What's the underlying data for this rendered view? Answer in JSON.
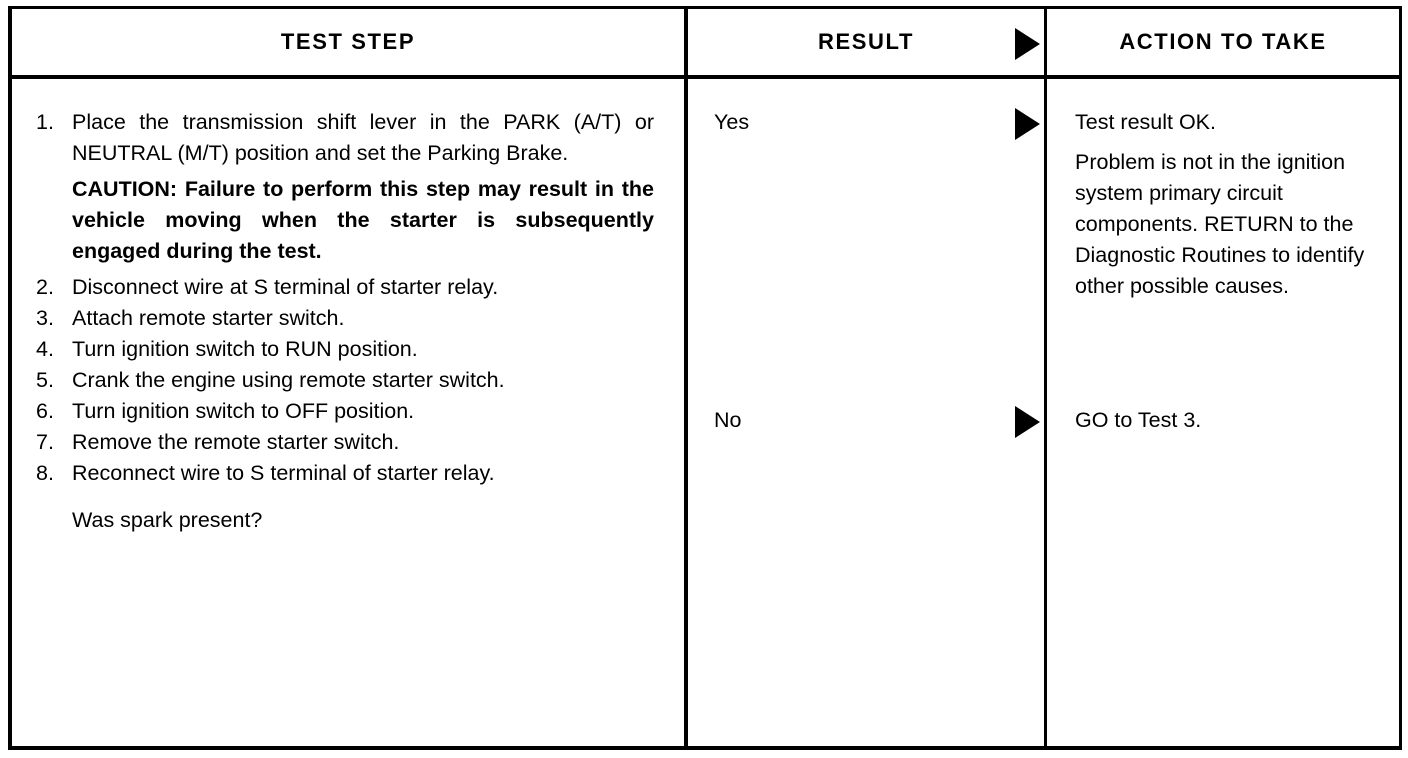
{
  "table": {
    "headers": {
      "test_step": "TEST STEP",
      "result": "RESULT",
      "action_to_take": "ACTION TO TAKE"
    },
    "icons": {
      "header_arrow": "triangle-right-icon",
      "yes_arrow": "triangle-right-icon",
      "no_arrow": "triangle-right-icon"
    },
    "test_steps": [
      {
        "number": "1.",
        "text": "Place the transmission shift lever in the PARK (A/T) or NEUTRAL (M/T) position and set the Parking Brake."
      },
      {
        "number": "2.",
        "text": "Disconnect wire at S terminal of starter relay."
      },
      {
        "number": "3.",
        "text": "Attach remote starter switch."
      },
      {
        "number": "4.",
        "text": "Turn ignition switch to RUN position."
      },
      {
        "number": "5.",
        "text": "Crank the engine using remote starter switch."
      },
      {
        "number": "6.",
        "text": "Turn ignition switch to OFF position."
      },
      {
        "number": "7.",
        "text": "Remove the remote starter switch."
      },
      {
        "number": "8.",
        "text": "Reconnect wire to S terminal of starter relay."
      }
    ],
    "caution": "CAUTION: Failure to perform this step may result in the vehicle moving when the starter is subsequently engaged during the test.",
    "closing_question": "Was spark present?",
    "results": [
      {
        "label": "Yes"
      },
      {
        "label": "No"
      }
    ],
    "actions": [
      {
        "lines": [
          "Test result OK.",
          "Problem is not in the ignition system primary circuit components. RETURN to the Diagnostic Routines to identify other possible causes."
        ]
      },
      {
        "lines": [
          "GO to Test 3."
        ]
      }
    ]
  }
}
